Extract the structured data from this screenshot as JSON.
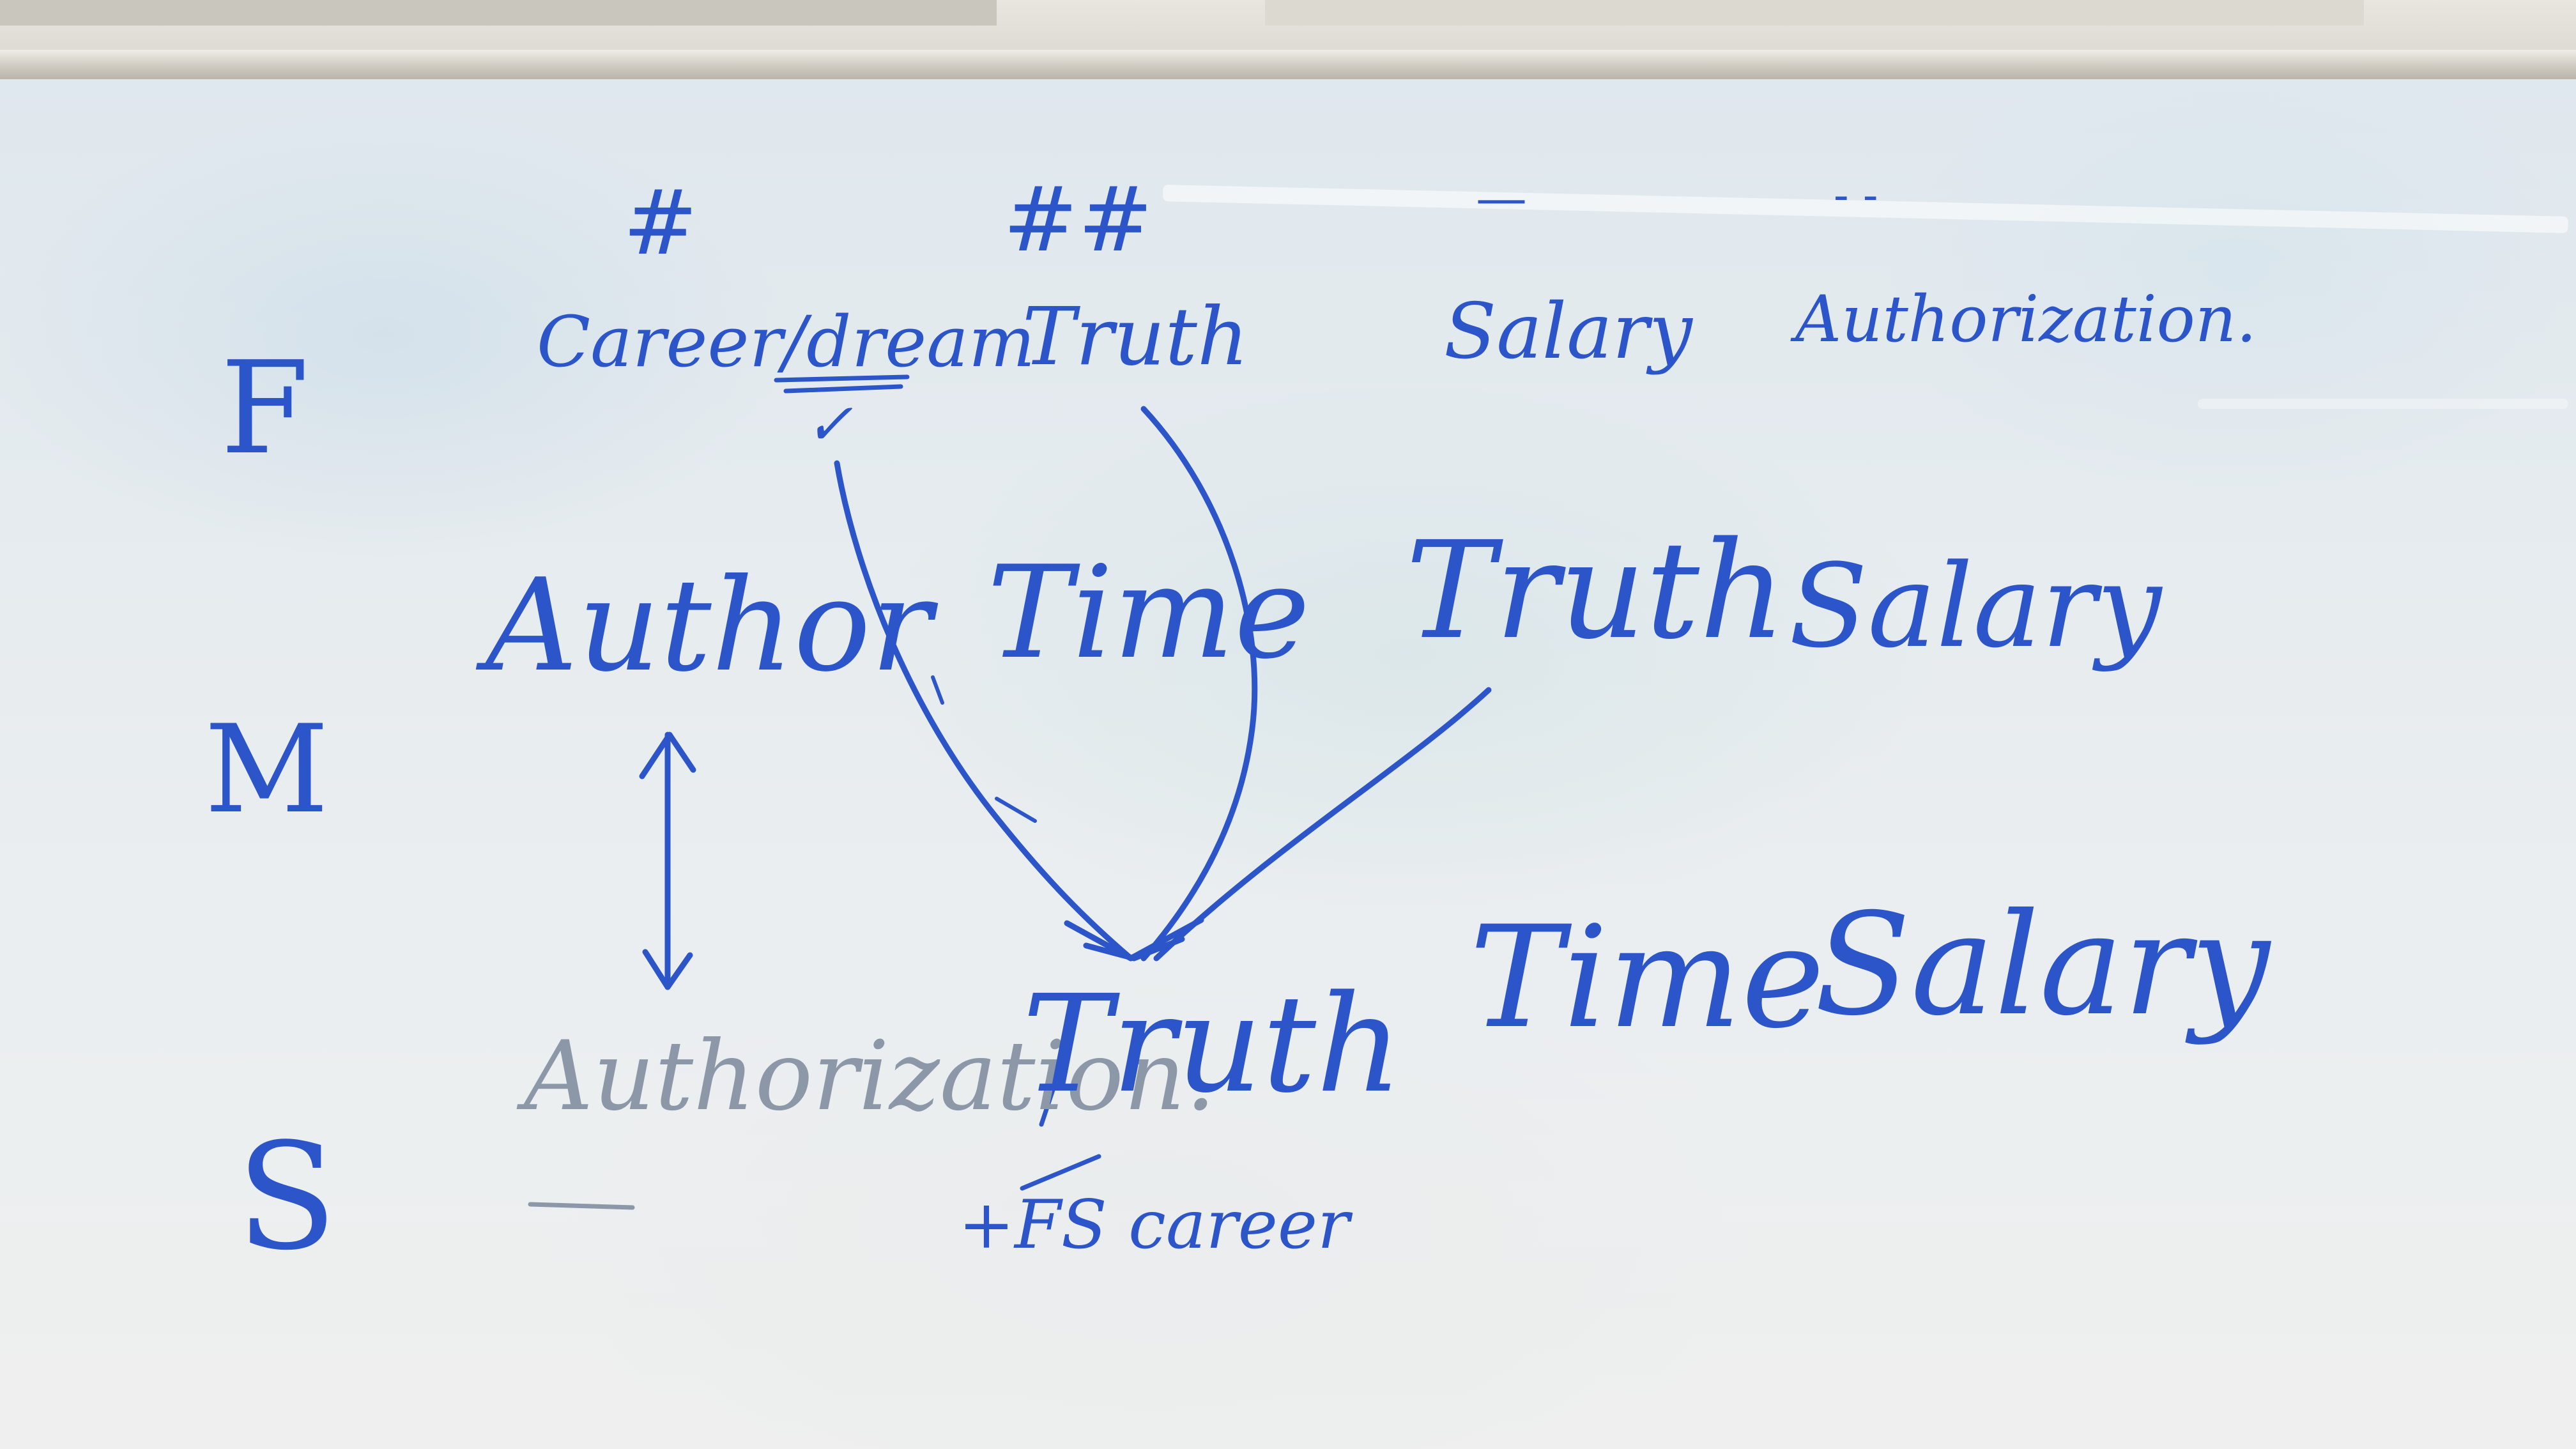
{
  "ink_color": "#2b55c9",
  "faded_ink_color": "#8c97a8",
  "board_color": "#e6ecee",
  "row_labels": {
    "f": "F",
    "m": "M",
    "s": "S"
  },
  "top_marks": {
    "m1": "#",
    "m2": "##",
    "m3": "—",
    "m4": "- -"
  },
  "row_f": {
    "c1": "Career/dream",
    "check": "✓",
    "c2": "Truth",
    "c3": "Salary",
    "c4": "Authorization."
  },
  "row_m": {
    "c1": "Author",
    "c2": "Time",
    "c3": "Truth",
    "c4": "Salary"
  },
  "row_s": {
    "c1": "Authorization.",
    "c2": "Truth",
    "c2_note": "+FS career",
    "c3": "Time",
    "c4": "Salary"
  }
}
